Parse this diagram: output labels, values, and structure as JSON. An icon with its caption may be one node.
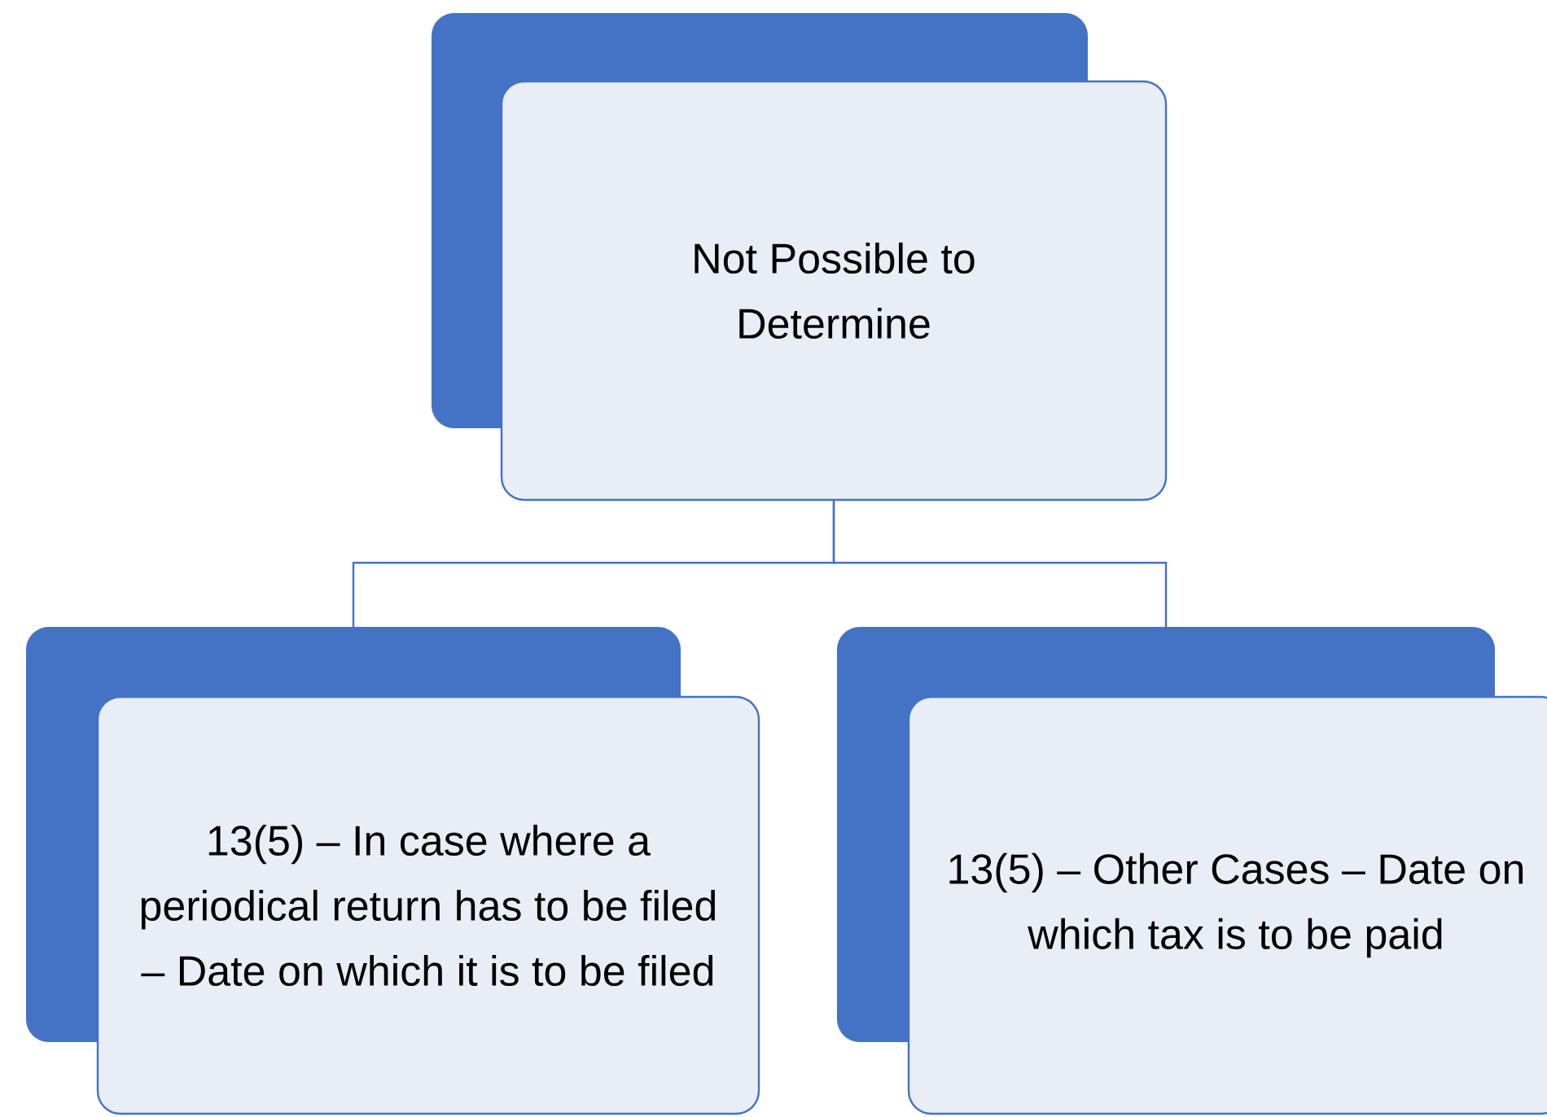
{
  "diagram": {
    "nodes": [
      {
        "text": [
          "Not Possible to Determine"
        ]
      },
      {
        "text": [
          "13(5) – In case where a periodical return has to be filed – Date on which it is to be filed"
        ]
      },
      {
        "text": [
          "13(5) – Other Cases – Date on which tax is to be paid"
        ]
      }
    ],
    "edges": [
      {
        "from": 0,
        "to": 1,
        "arrow": "none"
      },
      {
        "from": 0,
        "to": 2,
        "arrow": "none"
      }
    ]
  }
}
